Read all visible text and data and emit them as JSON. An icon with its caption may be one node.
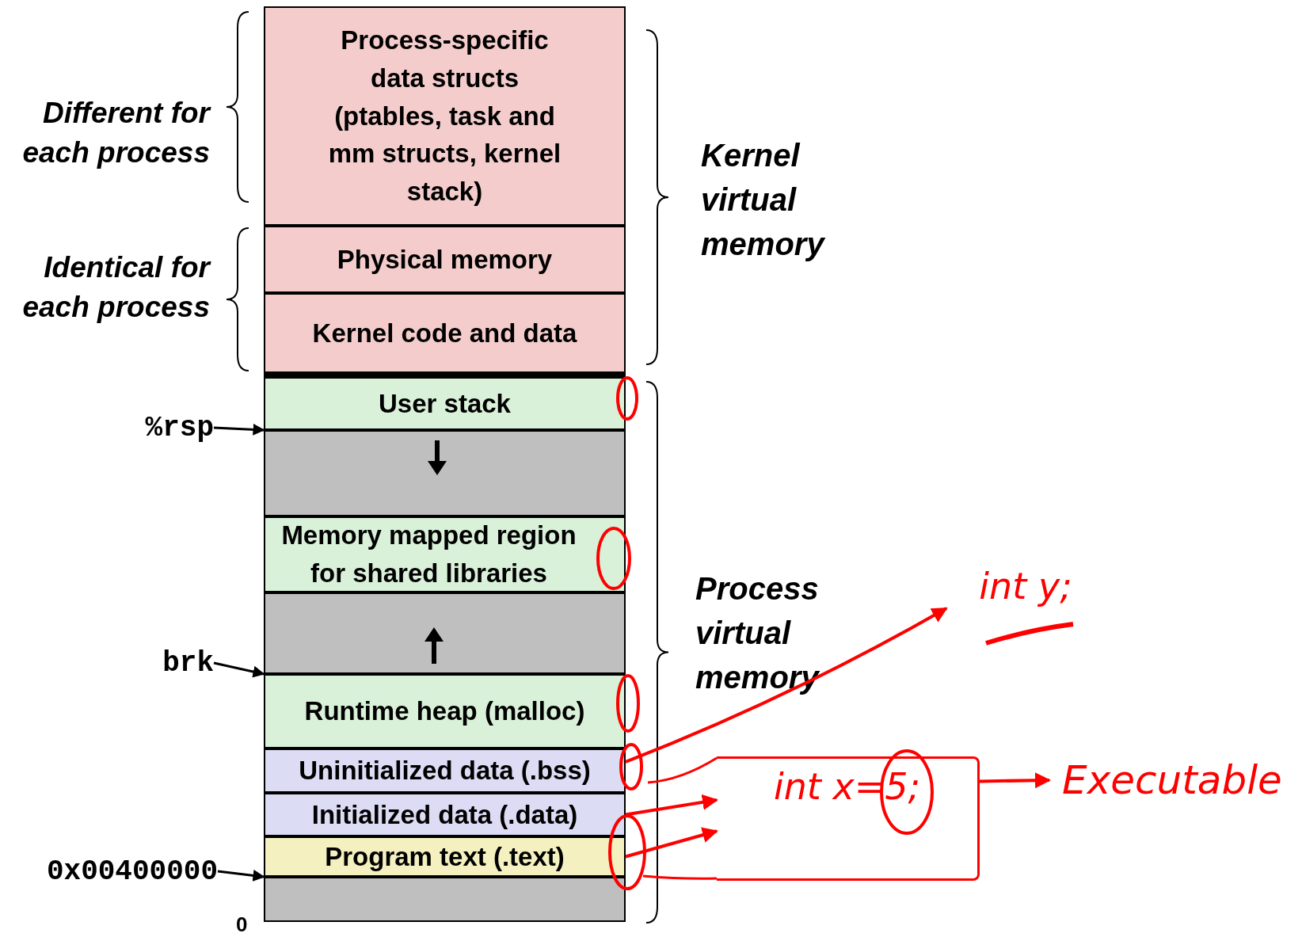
{
  "diagram": {
    "nodes": [
      {
        "text": [
          "Process-specific data structs (ptables, task and mm structs, kernel stack)"
        ]
      },
      {
        "text": [
          "Physical memory"
        ]
      },
      {
        "text": [
          "Kernel code and data"
        ]
      },
      {
        "text": [
          "User stack"
        ]
      },
      {
        "text": [],
        "shape": "box"
      },
      {
        "text": [
          "Memory mapped region for shared libraries"
        ]
      },
      {
        "text": [],
        "shape": "box"
      },
      {
        "text": [
          "Runtime heap (malloc)"
        ]
      },
      {
        "text": [
          "Uninitialized data (.bss)"
        ]
      },
      {
        "text": [
          "Initialized data (.data)"
        ]
      },
      {
        "text": [
          "Program text (.text)"
        ]
      },
      {
        "text": [],
        "shape": "box"
      },
      {
        "text": [
          "%rsp"
        ]
      },
      {
        "text": [
          "brk"
        ]
      },
      {
        "text": [
          "0x00400000"
        ]
      },
      {
        "text": [
          "int y;"
        ]
      },
      {
        "text": [
          "int x=5;"
        ]
      },
      {
        "text": [
          "Executable"
        ]
      }
    ],
    "edges": [
      {
        "from": 12,
        "to": 3,
        "arrow": "to",
        "color": "#000000"
      },
      {
        "from": 13,
        "to": 7,
        "arrow": "to",
        "color": "#000000"
      },
      {
        "from": 14,
        "to": 10,
        "arrow": "to",
        "color": "#000000"
      },
      {
        "from": 8,
        "to": 15,
        "arrow": "to",
        "color": "#ff0000"
      },
      {
        "from": 9,
        "to": 16,
        "arrow": "to",
        "color": "#ff0000"
      },
      {
        "from": 10,
        "to": 16,
        "arrow": "to",
        "color": "#ff0000"
      },
      {
        "from": 16,
        "to": 17,
        "arrow": "to",
        "color": "#ff0000"
      }
    ],
    "labels": [
      "Different for each process",
      "Identical for each process",
      "Kernel virtual memory",
      "Process virtual memory",
      "0"
    ]
  }
}
